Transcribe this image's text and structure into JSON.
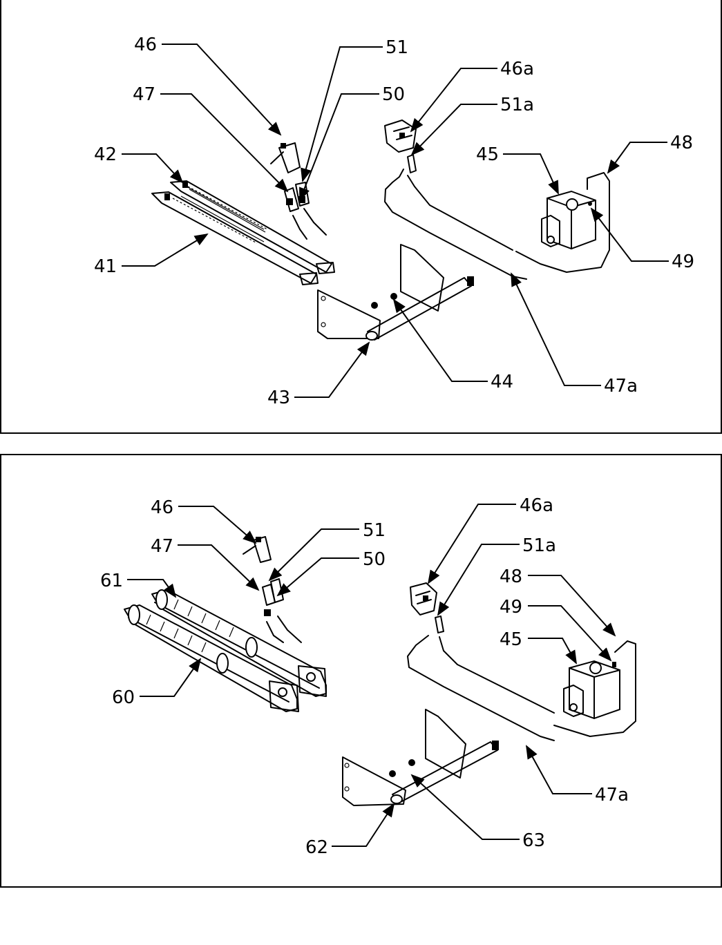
{
  "top_diagram": {
    "callouts": [
      {
        "id": "c46",
        "text": "46"
      },
      {
        "id": "c51",
        "text": "51"
      },
      {
        "id": "c47",
        "text": "47"
      },
      {
        "id": "c50",
        "text": "50"
      },
      {
        "id": "c46a",
        "text": "46a"
      },
      {
        "id": "c51a",
        "text": "51a"
      },
      {
        "id": "c42",
        "text": "42"
      },
      {
        "id": "c45",
        "text": "45"
      },
      {
        "id": "c48",
        "text": "48"
      },
      {
        "id": "c41",
        "text": "41"
      },
      {
        "id": "c49",
        "text": "49"
      },
      {
        "id": "c43",
        "text": "43"
      },
      {
        "id": "c44",
        "text": "44"
      },
      {
        "id": "c47a",
        "text": "47a"
      }
    ]
  },
  "bottom_diagram": {
    "callouts": [
      {
        "id": "c46",
        "text": "46"
      },
      {
        "id": "c46a",
        "text": "46a"
      },
      {
        "id": "c51",
        "text": "51"
      },
      {
        "id": "c47",
        "text": "47"
      },
      {
        "id": "c50",
        "text": "50"
      },
      {
        "id": "c51a",
        "text": "51a"
      },
      {
        "id": "c61",
        "text": "61"
      },
      {
        "id": "c48",
        "text": "48"
      },
      {
        "id": "c49",
        "text": "49"
      },
      {
        "id": "c45",
        "text": "45"
      },
      {
        "id": "c60",
        "text": "60"
      },
      {
        "id": "c47a",
        "text": "47a"
      },
      {
        "id": "c62",
        "text": "62"
      },
      {
        "id": "c63",
        "text": "63"
      }
    ]
  }
}
